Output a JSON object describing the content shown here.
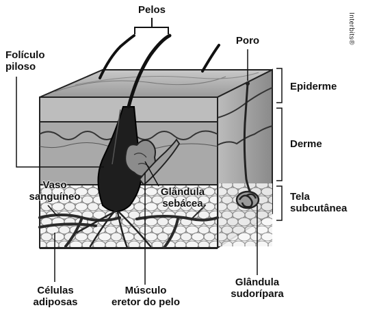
{
  "labels": {
    "pelos": "Pelos",
    "foliculo_line1": "Folículo",
    "foliculo_line2": "piloso",
    "poro": "Poro",
    "epiderme": "Epiderme",
    "derme": "Derme",
    "tela_line1": "Tela",
    "tela_line2": "subcutânea",
    "vaso_line1": "Vaso",
    "vaso_line2": "sanguíneo",
    "glandula_sebacea_line1": "Glândula",
    "glandula_sebacea_line2": "sebácea",
    "celulas_line1": "Células",
    "celulas_line2": "adiposas",
    "musculo_line1": "Músculo",
    "musculo_line2": "eretor do pelo",
    "glandula_sudoripara_line1": "Glândula",
    "glandula_sudoripara_line2": "sudorípara"
  },
  "credit": "Interbits®"
}
